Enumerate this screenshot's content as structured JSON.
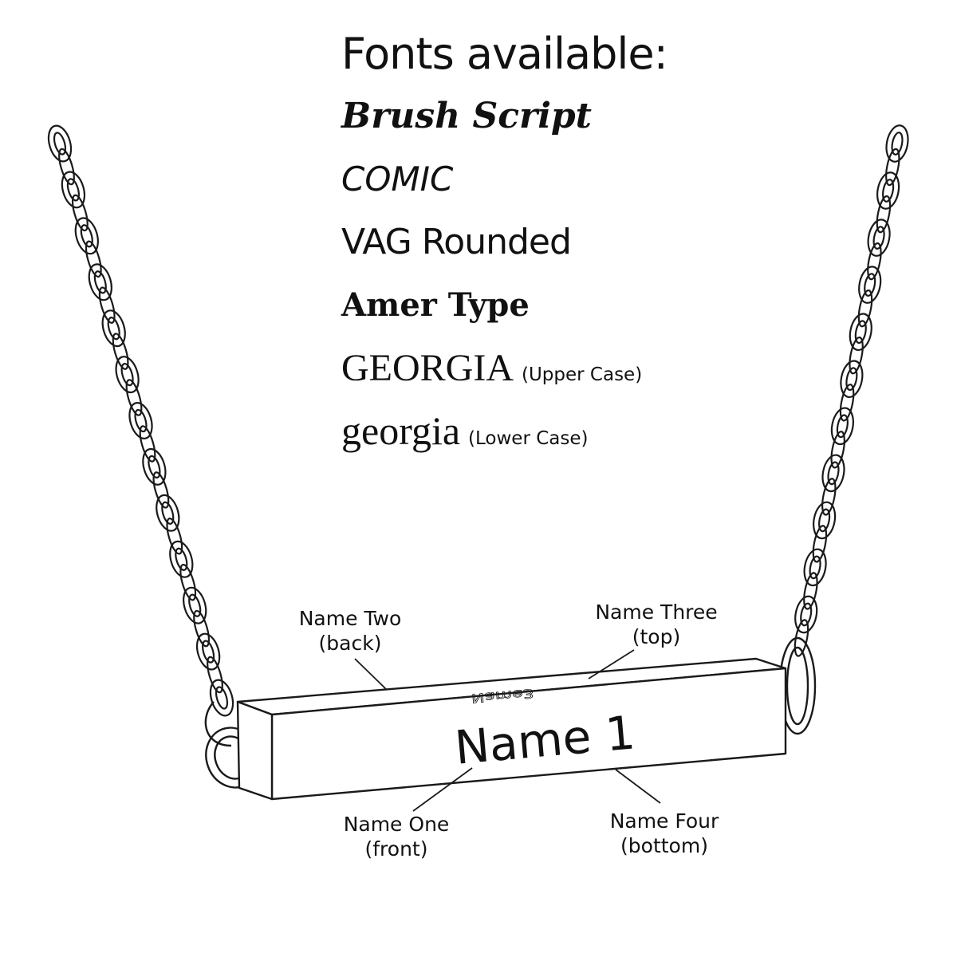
{
  "heading": "Fonts available:",
  "fonts": {
    "brush_script": "Brush Script",
    "comic": "COMIC",
    "vag_rounded": "VAG Rounded",
    "amer_type": "Amer Type",
    "georgia_upper": "GEORGIA",
    "georgia_upper_note": "(Upper Case)",
    "georgia_lower": "georgia",
    "georgia_lower_note": "(Lower Case)"
  },
  "bar": {
    "front_engraving": "Name 1",
    "top_engraving": "Name3"
  },
  "callouts": {
    "name_one": {
      "title": "Name One",
      "side": "(front)"
    },
    "name_two": {
      "title": "Name Two",
      "side": "(back)"
    },
    "name_three": {
      "title": "Name Three",
      "side": "(top)"
    },
    "name_four": {
      "title": "Name Four",
      "side": "(bottom)"
    }
  },
  "colors": {
    "line": "#1a1a1a",
    "background": "#ffffff"
  }
}
